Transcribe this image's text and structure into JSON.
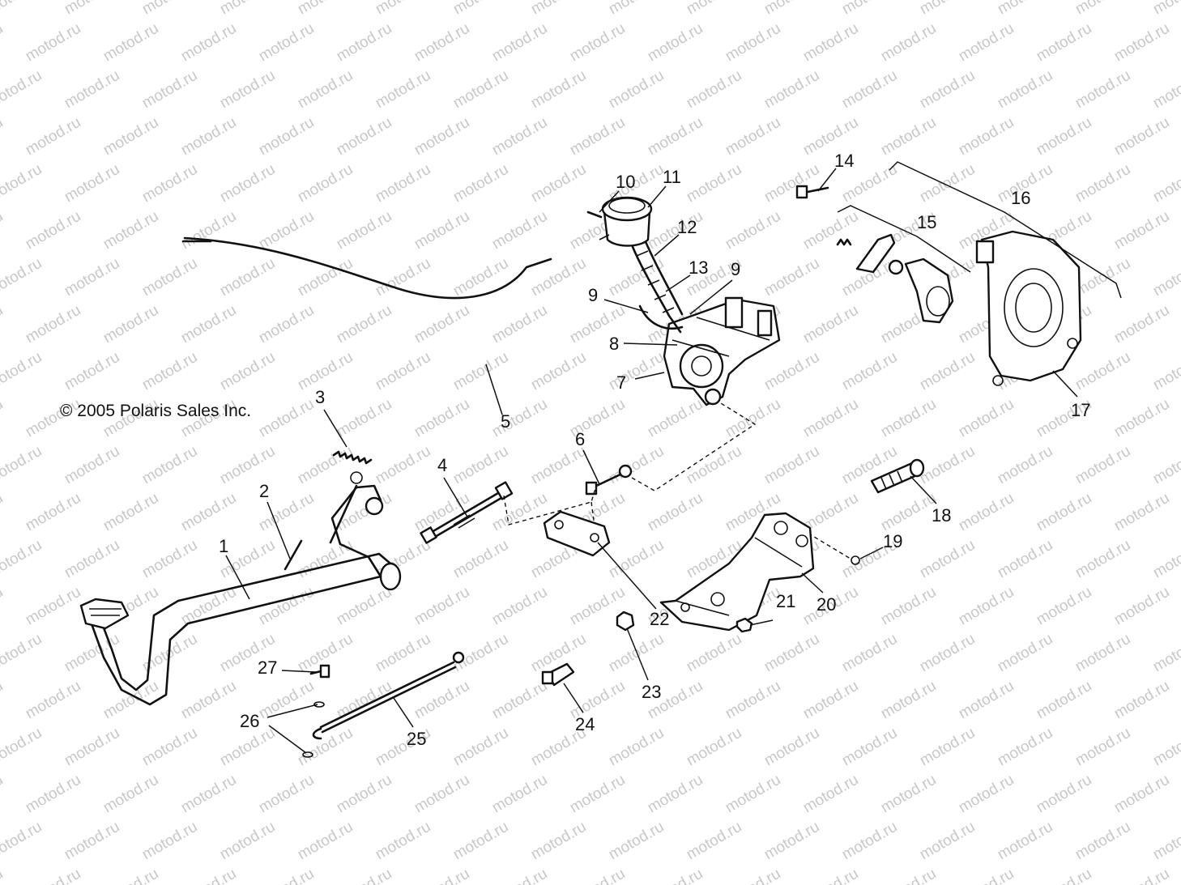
{
  "copyright": "© 2005 Polaris Sales Inc.",
  "watermark": "motod.ru",
  "callouts": [
    "1",
    "2",
    "3",
    "4",
    "5",
    "6",
    "7",
    "8",
    "9",
    "9",
    "10",
    "11",
    "12",
    "13",
    "14",
    "15",
    "16",
    "17",
    "18",
    "19",
    "20",
    "21",
    "22",
    "23",
    "24",
    "25",
    "26",
    "27"
  ]
}
